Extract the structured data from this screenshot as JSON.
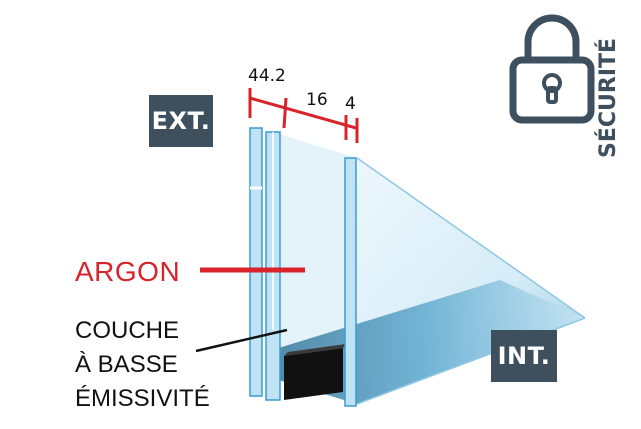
{
  "badges": {
    "ext": "EXT.",
    "int": "INT."
  },
  "dimensions": {
    "d1": "44.2",
    "d2": "16",
    "d3": "4"
  },
  "labels": {
    "argon": "ARGON",
    "coating_line1": "COUCHE",
    "coating_line2": "À BASSE",
    "coating_line3": "ÉMISSIVITÉ"
  },
  "security_label": "SÉCURITÉ",
  "icons": {
    "security": "padlock-icon"
  },
  "colors": {
    "accent": "#d8232a",
    "badge": "#3e4f5d",
    "glass": "#bfe3f5",
    "glass_edge": "#3a9bd0",
    "spacer": "#111111"
  }
}
